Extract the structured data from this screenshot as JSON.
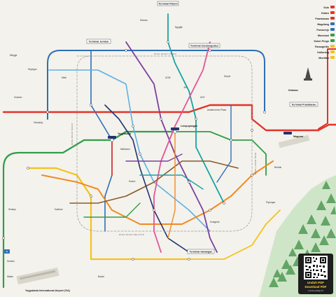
{
  "map": {
    "top_terminal": "Terminal Pakem",
    "terminals": {
      "condongcatur": "Terminal Condongcatur",
      "giwangan": "Terminal Giwangan",
      "jombor": "Terminal Jombor",
      "prambanan": "Terminal Prambanan"
    },
    "airport": "Yogyakarta International Airport (YIA)",
    "stations": {
      "tugu": "Yogyakarta",
      "lempuyangan": "Lempuyangan",
      "maguwo": "Maguwo",
      "kalasan": "Kalasan"
    },
    "landmarks": {
      "malioboro": "Malioboro",
      "ugm": "UGM",
      "jih": "JIH",
      "uny": "UNY",
      "kraton": "Kraton",
      "ambarukmo": "Ambarrukmo Plaza",
      "gamping": "Gamping",
      "mlati": "Mlati",
      "sedayu": "Sedayu",
      "kasihan": "Kasihan",
      "bantul": "Bantul",
      "kotagede": "Kotagede",
      "depok": "Depok",
      "ngaglik": "Ngaglik",
      "sleman": "Sleman",
      "godean": "Godean",
      "seyegan": "Seyegan",
      "minggir": "Minggir",
      "berbah": "Berbah",
      "piyungan": "Piyungan",
      "wates": "Wates",
      "sentolo": "Sentolo",
      "ringroad_north": "RING ROAD UTARA",
      "ringroad_south": "RING ROAD SELATAN",
      "ringroad_west": "RING ROAD BARAT",
      "ringroad_east": "RING ROAD TIMUR"
    },
    "destinations": [
      "Solo",
      "Klaten",
      "Prambanan",
      "Magelang",
      "Purworejo",
      "Wonosari",
      "Kulon Progo",
      "Parangtritis",
      "Kaliurang",
      "Muntilan"
    ],
    "qr": {
      "title_id": "Unduh PDF",
      "title_en": "Download PDF",
      "link": "s.id/TeutoMapYK"
    },
    "colors": {
      "background": "#f4f2ec",
      "red": "#e0342b",
      "blue": "#2d6fb8",
      "green": "#2f9e4a",
      "yellow": "#f4c21b",
      "orange": "#f08a24",
      "purple": "#7b3fa0",
      "teal": "#16a3a6",
      "pink": "#e05597",
      "brown": "#8a5a2b",
      "navy": "#23356f",
      "lightblue": "#5db2e6",
      "mountain": "#5aa35f"
    },
    "icons": [
      "train-icon",
      "bus-icon",
      "airport-icon",
      "temple-icon",
      "qr-code-icon"
    ]
  }
}
